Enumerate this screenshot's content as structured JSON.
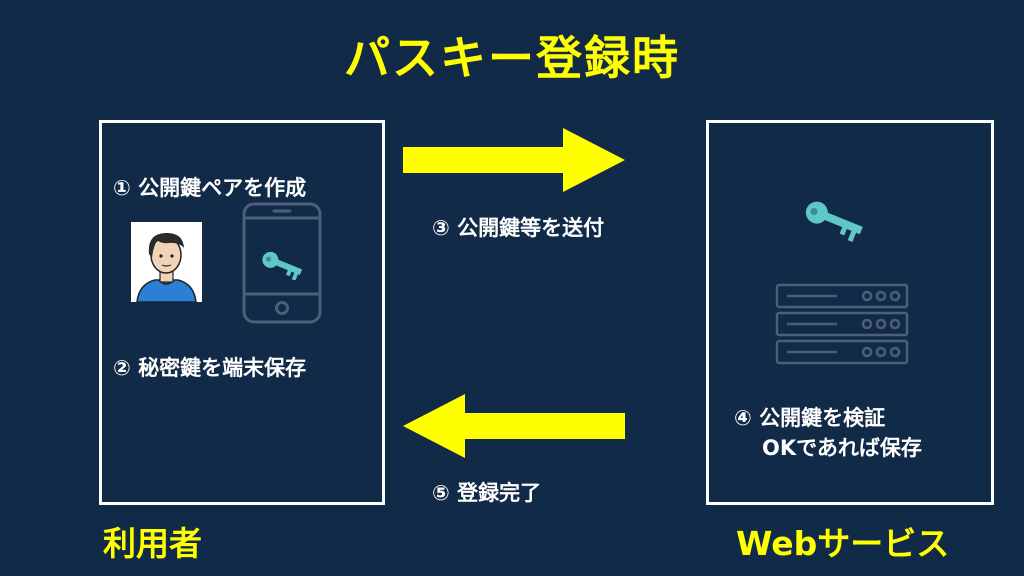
{
  "title": "パスキー登録時",
  "user": {
    "label": "利用者",
    "step1": "① 公開鍵ペアを作成",
    "step2": "② 秘密鍵を端末保存"
  },
  "web": {
    "label": "Webサービス",
    "step4_line1": "④ 公開鍵を検証",
    "step4_line2": "OKであれば保存"
  },
  "arrows": {
    "step3": "③ 公開鍵等を送付",
    "step5": "⑤ 登録完了"
  },
  "colors": {
    "background": "#112a47",
    "accent": "#ffff00",
    "key": "#5fc7c7",
    "device": "#4c5f78"
  },
  "icons": [
    "person-avatar-icon",
    "smartphone-icon",
    "key-icon",
    "server-icon",
    "arrow-right-icon",
    "arrow-left-icon"
  ]
}
